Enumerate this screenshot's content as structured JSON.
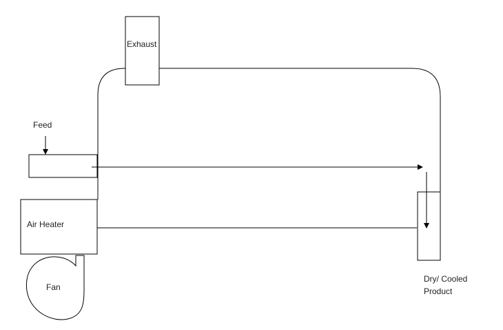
{
  "labels": {
    "exhaust": "Exhaust",
    "feed": "Feed",
    "air_heater": "Air Heater",
    "fan": "Fan",
    "product_line1": "Dry/ Cooled",
    "product_line2": "Product"
  }
}
